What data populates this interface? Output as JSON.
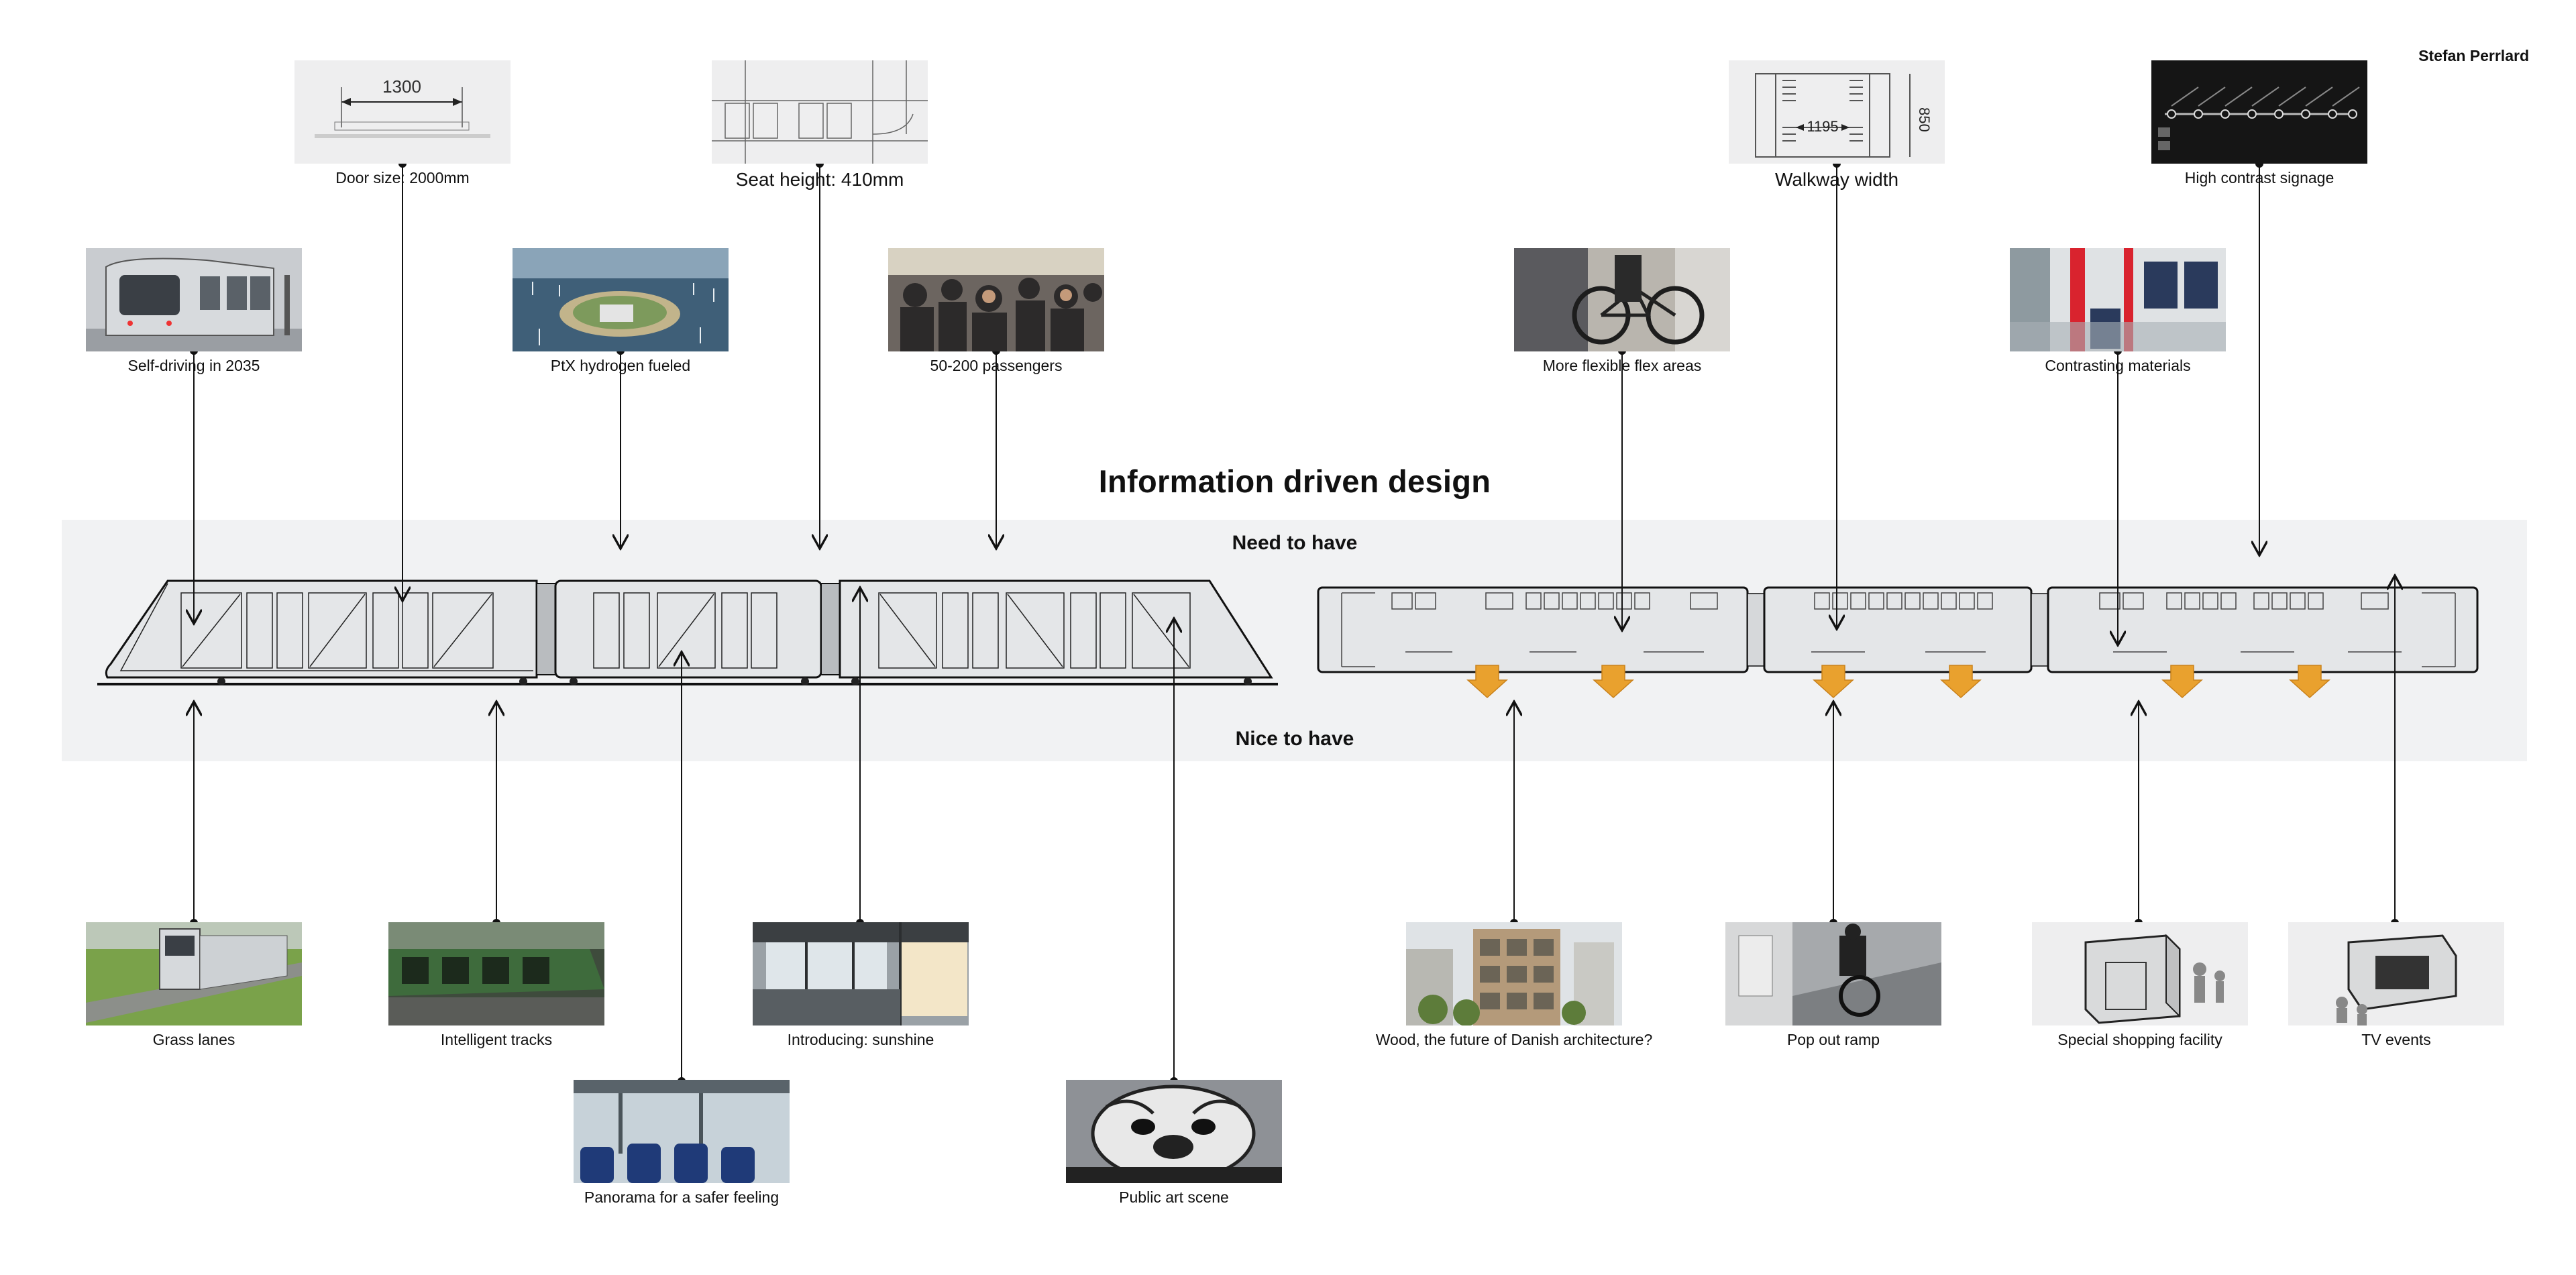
{
  "author": "Stefan Perrlard",
  "title": "Information driven design",
  "bands": {
    "need": "Need to have",
    "nice": "Nice to have"
  },
  "drawing_labels": {
    "door_dim": "1300",
    "walkway_dim": "1195",
    "walkway_height": "850"
  },
  "need_to_have": [
    {
      "label": "Door size: 2000mm",
      "icon": "door-drawing"
    },
    {
      "label": "Seat height: 410mm",
      "icon": "seat-drawing"
    },
    {
      "label": "Walkway width",
      "icon": "walkway-drawing"
    },
    {
      "label": "High contrast signage",
      "icon": "signage-photo"
    },
    {
      "label": "Self-driving in 2035",
      "icon": "train-photo"
    },
    {
      "label": "PtX hydrogen fueled",
      "icon": "energy-island-photo"
    },
    {
      "label": "50-200 passengers",
      "icon": "passengers-photo"
    },
    {
      "label": "More flexible flex areas",
      "icon": "bicycle-photo"
    },
    {
      "label": "Contrasting materials",
      "icon": "seats-photo"
    }
  ],
  "nice_to_have": [
    {
      "label": "Grass lanes",
      "icon": "grass-tram-photo"
    },
    {
      "label": "Intelligent tracks",
      "icon": "green-tram-photo"
    },
    {
      "label": "Introducing: sunshine",
      "icon": "sunshine-photo"
    },
    {
      "label": "Panorama for a safer feeling",
      "icon": "panorama-photo"
    },
    {
      "label": "Public art scene",
      "icon": "bulldog-mural-photo"
    },
    {
      "label": "Wood, the future of Danish architecture?",
      "icon": "wood-building-photo"
    },
    {
      "label": "Pop out ramp",
      "icon": "ramp-photo"
    },
    {
      "label": "Special shopping facility",
      "icon": "shop-module-drawing"
    },
    {
      "label": "TV events",
      "icon": "tv-module-drawing"
    }
  ],
  "colors": {
    "band": "#f1f2f3",
    "arrow": "#e9a12e",
    "line": "#111111",
    "contrast_red": "#d9232e"
  }
}
